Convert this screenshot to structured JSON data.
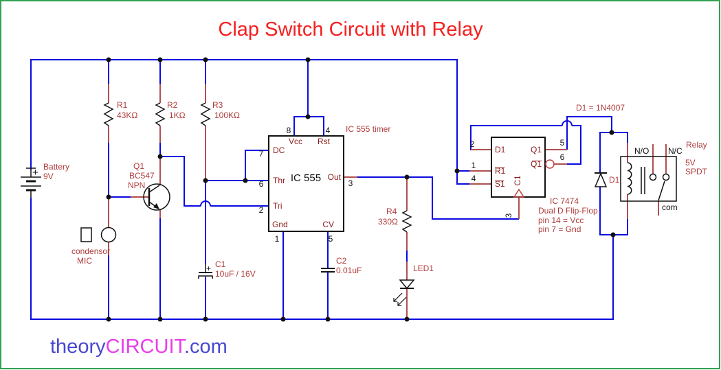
{
  "title": "Clap Switch Circuit with Relay",
  "logo": {
    "theory": "theory",
    "circuit": "CIRCUIT",
    "com": ".com"
  },
  "colors": {
    "frame": "#2fa352",
    "wire": "#0a0ae0",
    "lead": "#b05050",
    "label_red": "#b03c3c",
    "pin_maroon": "#8c1a1a",
    "title_red": "#f51f1f",
    "logo_blue": "#4747d1",
    "logo_magenta": "#ea3dea"
  },
  "battery": {
    "name": "Battery",
    "value": "9V",
    "plus": "+"
  },
  "mic": {
    "line1": "condensor",
    "line2": "MIC"
  },
  "transistor": {
    "ref": "Q1",
    "part": "BC547",
    "type": "NPN"
  },
  "resistors": {
    "r1": {
      "ref": "R1",
      "value": "43KΩ"
    },
    "r2": {
      "ref": "R2",
      "value": "1KΩ"
    },
    "r3": {
      "ref": "R3",
      "value": "100KΩ"
    },
    "r4": {
      "ref": "R4",
      "value": "330Ω"
    }
  },
  "capacitors": {
    "c1": {
      "ref": "C1",
      "value": "10uF / 16V",
      "plus": "+"
    },
    "c2": {
      "ref": "C2",
      "value": "0.01uF"
    }
  },
  "led": {
    "ref": "LED1"
  },
  "ic555": {
    "label": "IC 555",
    "note": "IC 555 timer",
    "pins": {
      "vcc": "Vcc",
      "rst": "Rst",
      "dc": "DC",
      "thr": "Thr",
      "tri": "Tri",
      "gnd": "Gnd",
      "out": "Out",
      "cv": "CV"
    },
    "numbers": {
      "n8": "8",
      "n4": "4",
      "n7": "7",
      "n6": "6",
      "n2": "2",
      "n1": "1",
      "n5": "5",
      "n3": "3"
    }
  },
  "ic7474": {
    "label": "IC 7474",
    "desc": "Dual D Flip-Flop",
    "note1": "pin 14 = Vcc",
    "note2": "pin 7 = Gnd",
    "pins": {
      "d1": "D1",
      "r1": "R1",
      "s1": "S1",
      "c1": "C1",
      "q1": "Q1",
      "q1b": "Q1"
    },
    "numbers": {
      "n2": "2",
      "n1": "1",
      "n4": "4",
      "n5": "5",
      "n6": "6",
      "n3": "3"
    }
  },
  "diode": {
    "ref": "D1",
    "note": "D1 = 1N4007"
  },
  "relay": {
    "no": "N/O",
    "nc": "N/C",
    "com": "com",
    "name": "Relay",
    "voltage": "5V",
    "type": "SPDT"
  }
}
